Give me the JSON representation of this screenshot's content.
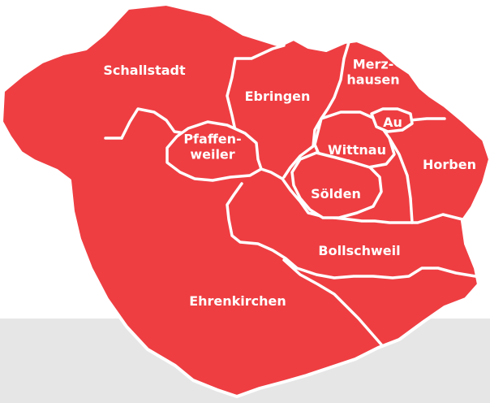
{
  "map": {
    "region_color": "#ee3e42",
    "border_color": "#ffffff",
    "floor_color": "#e6e6e6",
    "municipalities": [
      {
        "id": "schallstadt",
        "lines": [
          "Schallstadt"
        ]
      },
      {
        "id": "ebringen",
        "lines": [
          "Ebringen"
        ]
      },
      {
        "id": "merzhausen",
        "lines": [
          "Merz-",
          "hausen"
        ]
      },
      {
        "id": "au",
        "lines": [
          "Au"
        ]
      },
      {
        "id": "wittnau",
        "lines": [
          "Wittnau"
        ]
      },
      {
        "id": "horben",
        "lines": [
          "Horben"
        ]
      },
      {
        "id": "pfaffenweiler",
        "lines": [
          "Pfaffen-",
          "weiler"
        ]
      },
      {
        "id": "soelden",
        "lines": [
          "Sölden"
        ]
      },
      {
        "id": "bollschweil",
        "lines": [
          "Bollschweil"
        ]
      },
      {
        "id": "ehrenkirchen",
        "lines": [
          "Ehrenkirchen"
        ]
      }
    ]
  }
}
